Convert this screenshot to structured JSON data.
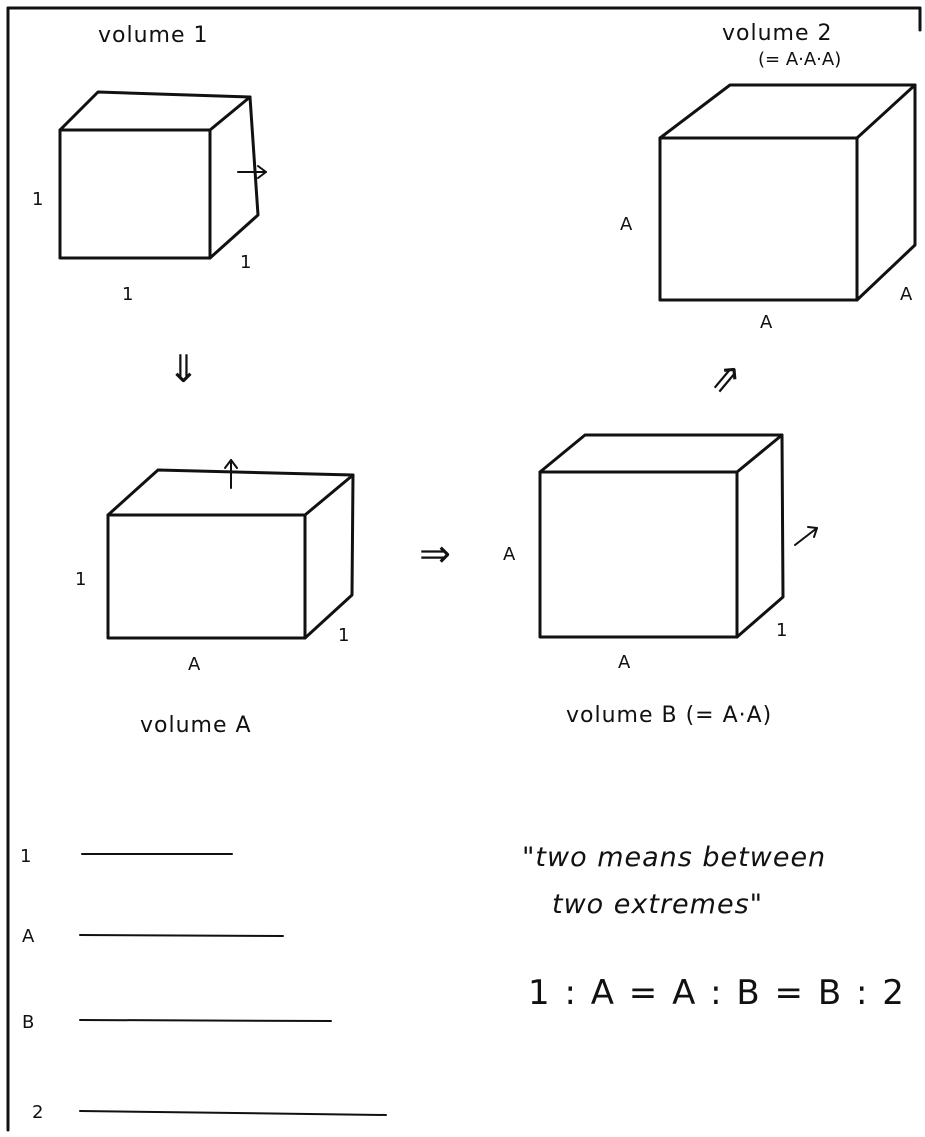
{
  "captions": {
    "volume_1": "volume 1",
    "volume_2": "volume 2",
    "volume_2_formula": "(= A·A·A)",
    "volume_a": "volume A",
    "volume_b": "volume B (= A·A)"
  },
  "cube_labels": {
    "one": "1",
    "a": "A"
  },
  "arrows": {
    "implies": "⇒"
  },
  "segment_labels": [
    "1",
    "A",
    "B",
    "2"
  ],
  "quote": {
    "line1": "\"two means between",
    "line2": "two extremes\""
  },
  "formula": "1 : A = A : B = B : 2"
}
